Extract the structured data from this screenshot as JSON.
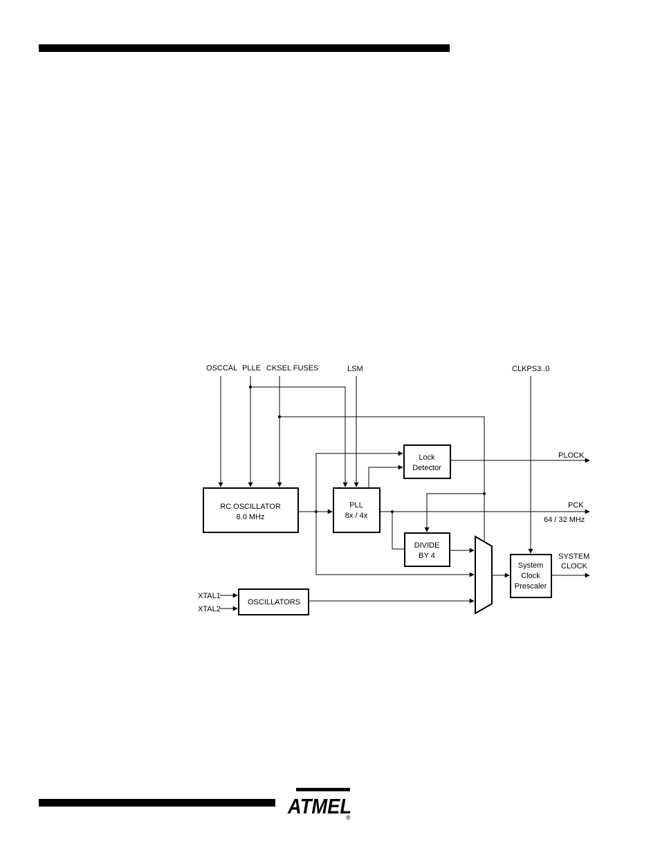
{
  "logo": {
    "text": "ATMEL",
    "mark": "®"
  },
  "diagram": {
    "inputs": {
      "osccal": "OSCCAL",
      "plle": "PLLE",
      "cksel": "CKSEL FUSES",
      "lsm": "LSM",
      "clkps": "CLKPS3..0",
      "xtal1": "XTAL1",
      "xtal2": "XTAL2"
    },
    "blocks": {
      "rc_osc": [
        "RC OSCILLATOR",
        "8.0 MHz"
      ],
      "pll": [
        "PLL",
        "8x / 4x"
      ],
      "lock": [
        "Lock",
        "Detector"
      ],
      "divide": [
        "DIVIDE",
        "BY 4"
      ],
      "oscillators": "OSCILLATORS",
      "prescaler": [
        "System",
        "Clock",
        "Prescaler"
      ]
    },
    "outputs": {
      "plock": "PLOCK",
      "pck": "PCK",
      "pck_freq": "64 / 32 MHz",
      "sysclk": [
        "SYSTEM",
        "CLOCK"
      ]
    }
  }
}
